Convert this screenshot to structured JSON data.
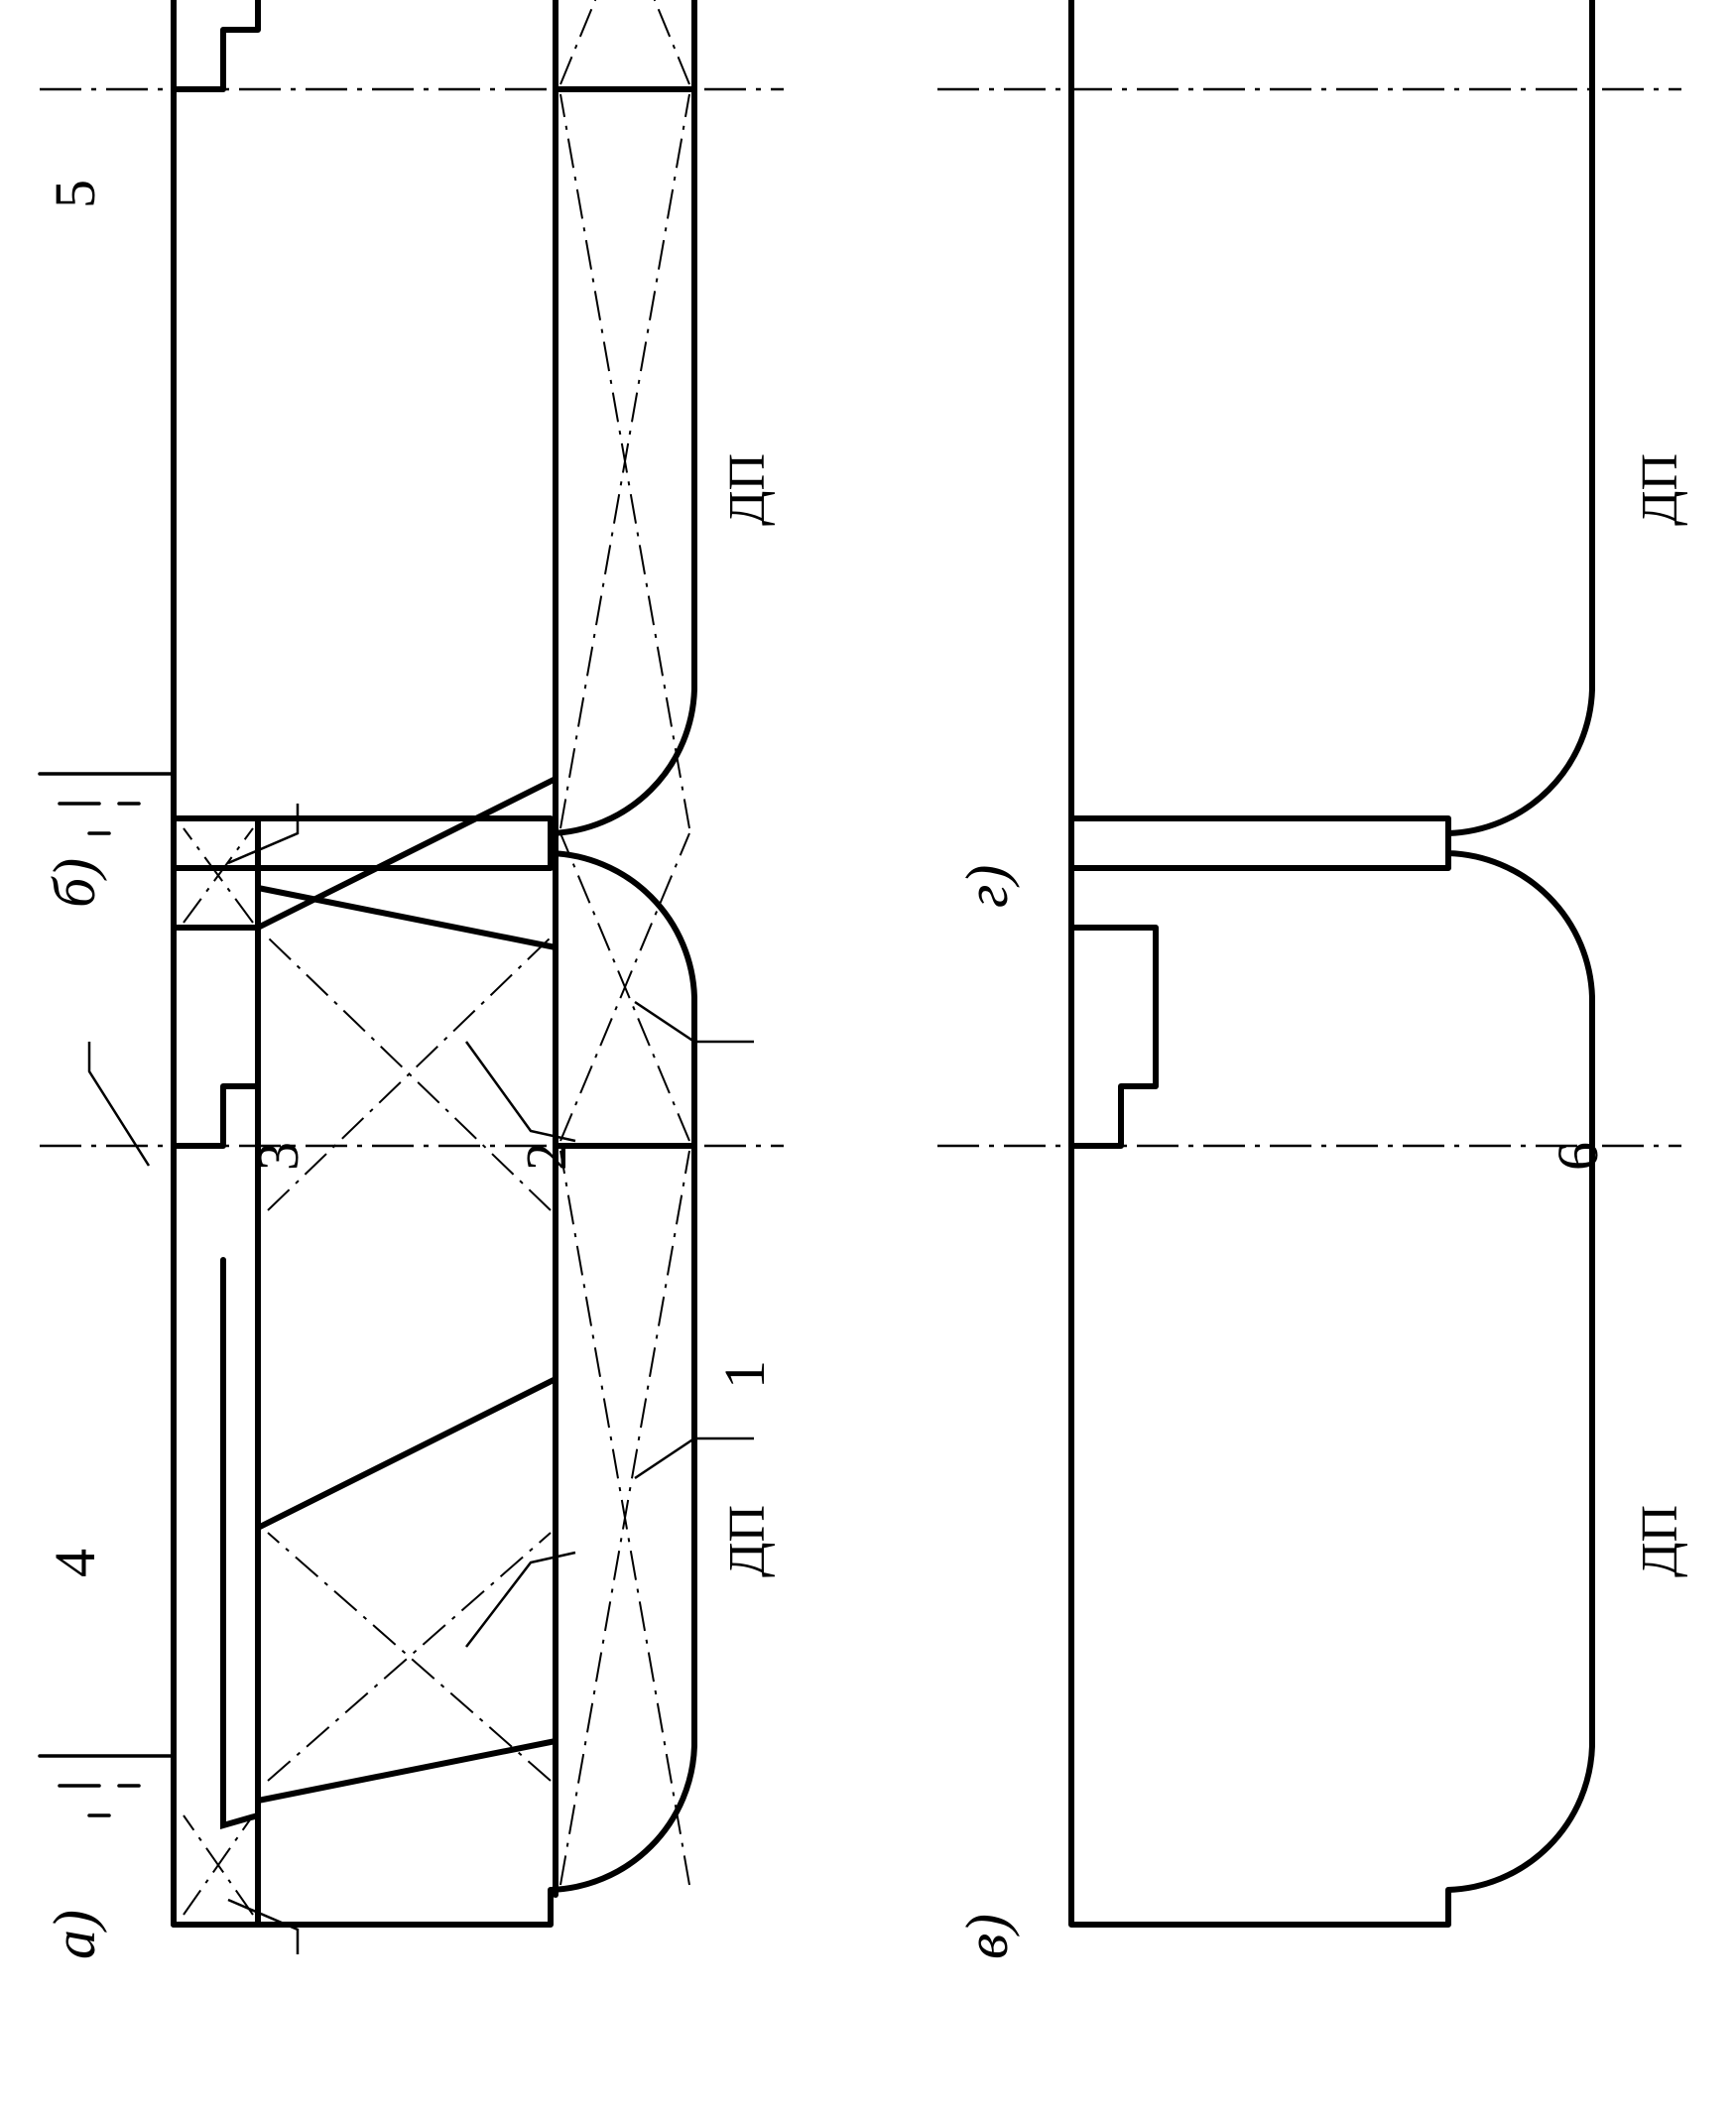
{
  "diagram": {
    "panels": [
      {
        "id": "a",
        "label": "а)"
      },
      {
        "id": "b",
        "label": "б)"
      },
      {
        "id": "v",
        "label": "в)"
      },
      {
        "id": "g",
        "label": "г)"
      }
    ],
    "axis_label": "ДП",
    "compartment_labels": {
      "n1": "1",
      "n2": "2",
      "n3": "3",
      "n4": "4",
      "n5": "5",
      "n6": "6"
    }
  }
}
